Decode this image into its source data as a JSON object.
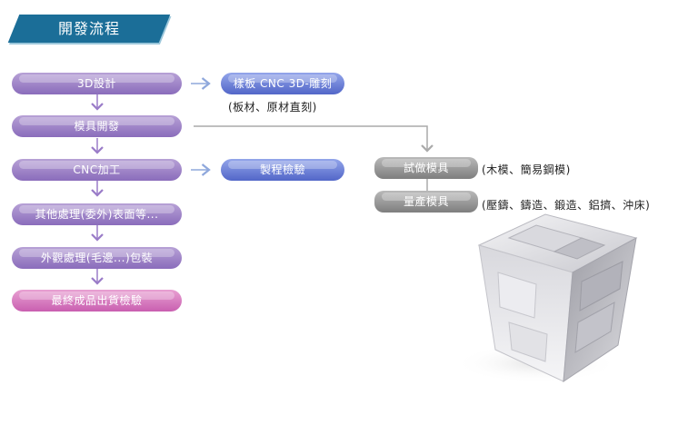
{
  "header": {
    "title": "開發流程"
  },
  "flow_steps": [
    "3D設計",
    "模具開發",
    "CNC加工",
    "其他處理(委外)表面等...",
    "外觀處理(毛邊...)包裝",
    "最終成品出貨檢驗"
  ],
  "branches": {
    "cnc_carving": "樣板 CNC 3D-雕刻",
    "cnc_carving_note": "(板材、原材直刻)",
    "inspection": "製程檢驗",
    "trial_mold": "試做模具",
    "trial_mold_note": "(木模、簡易鋼模)",
    "production_mold": "量產模具",
    "production_mold_note": "(壓鑄、鑄造、鍛造、鋁擠、沖床)"
  },
  "colors": {
    "header": "#1b6e98",
    "flow_step": "#9a7cc8",
    "final_step": "#d46fbb",
    "branch_blue": "#5a6fd0",
    "branch_gray": "#8c8c8c",
    "arrow": "#8fa8dc"
  },
  "decoration": {
    "cube": "3d-cube-graphic"
  }
}
